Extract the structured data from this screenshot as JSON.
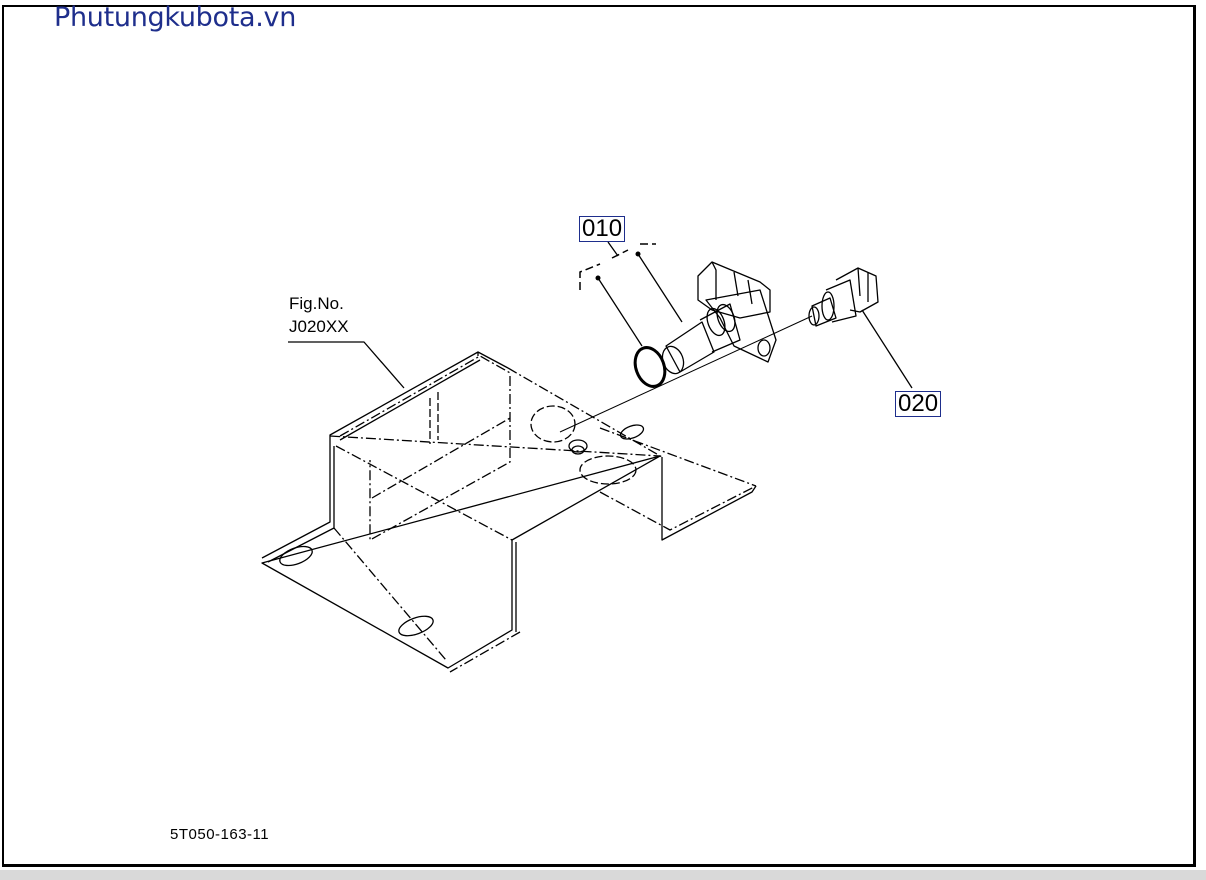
{
  "watermark": "Phutungkubota.vn",
  "fig_ref": {
    "line1": "Fig.No.",
    "line2": "J020XX"
  },
  "parts": [
    {
      "label": "010"
    },
    {
      "label": "020"
    }
  ],
  "drawing_code": "5T050-163-11"
}
